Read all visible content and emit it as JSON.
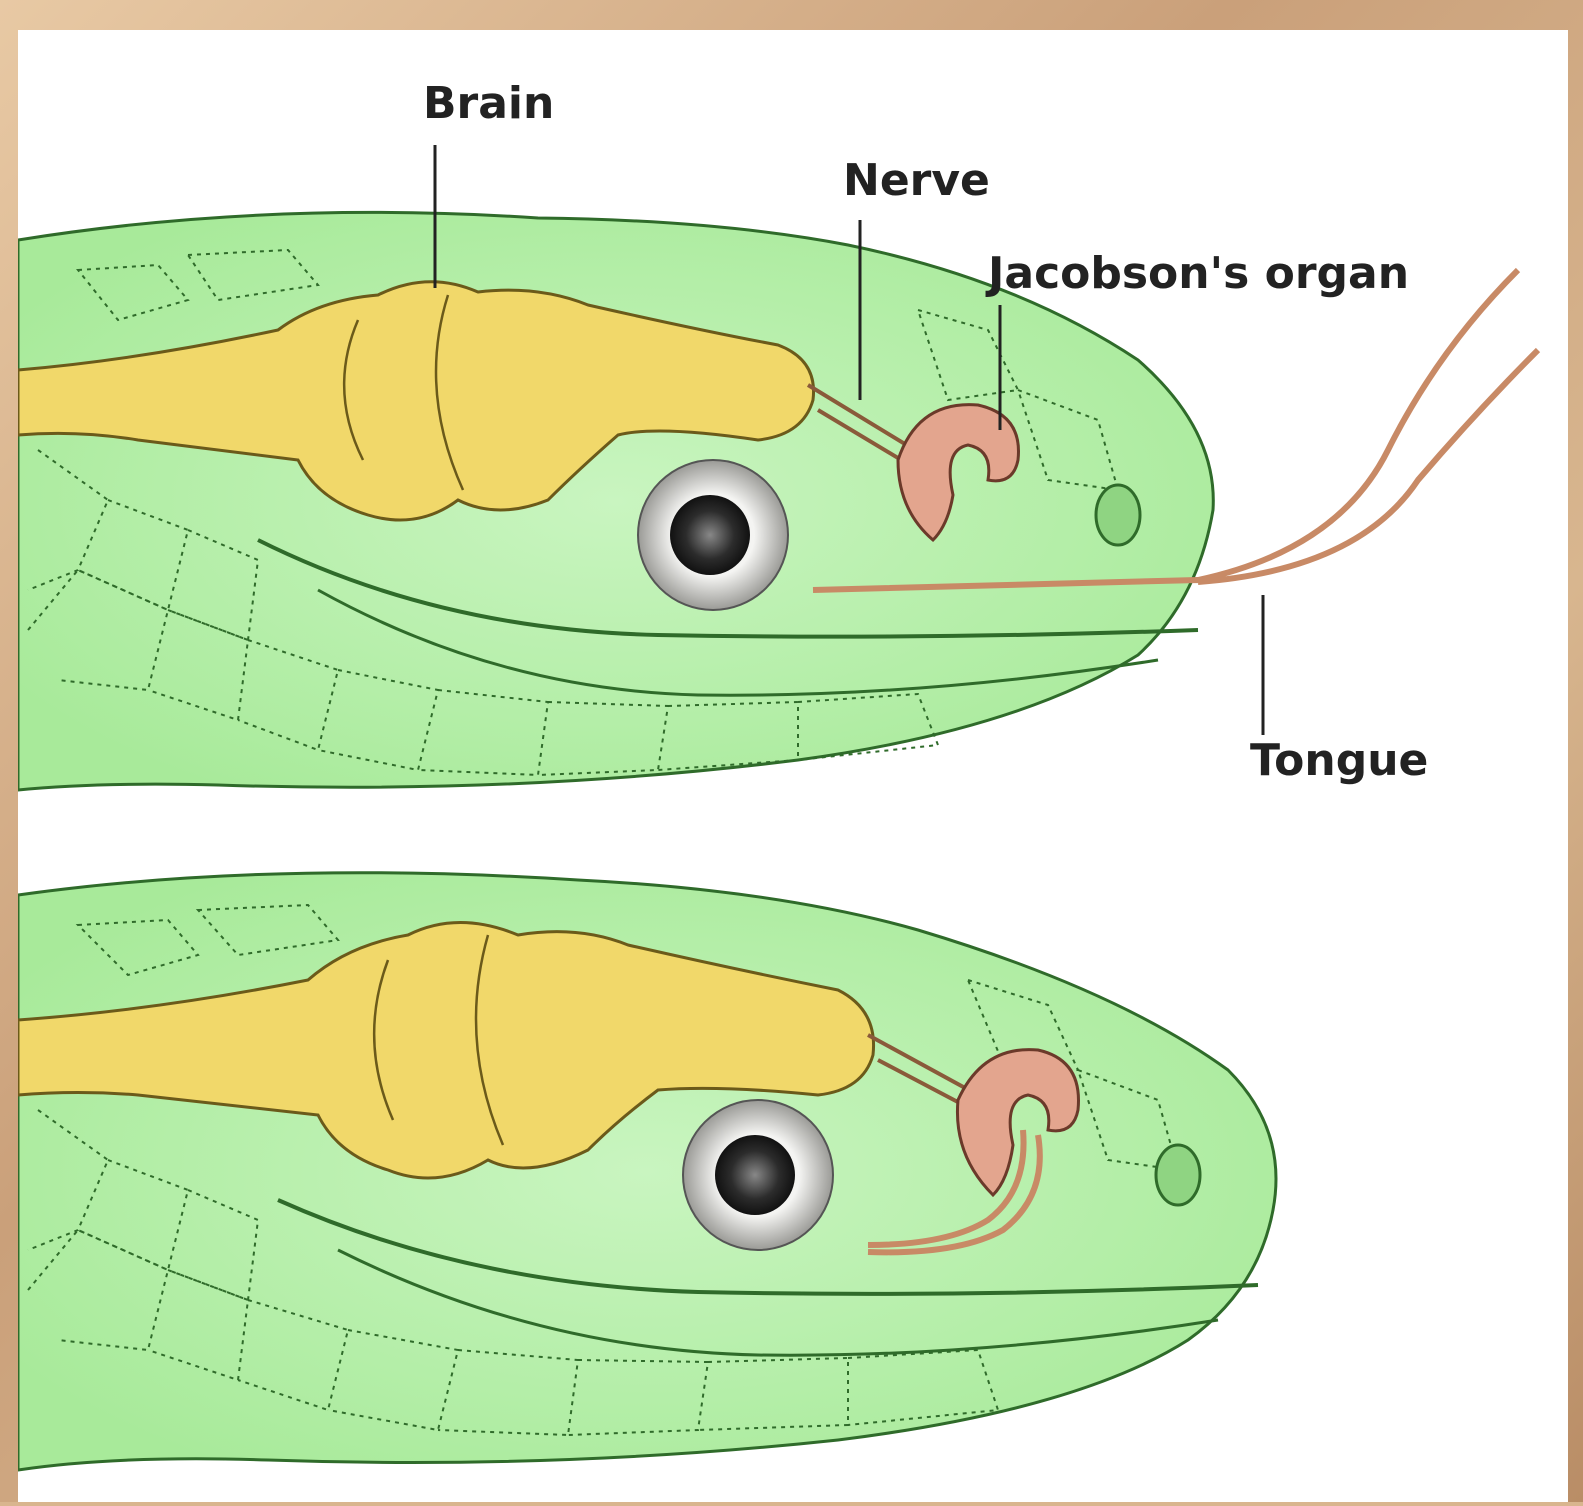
{
  "labels": {
    "brain": "Brain",
    "nerve": "Nerve",
    "jacobsons_organ": "Jacobson's organ",
    "tongue": "Tongue"
  },
  "colors": {
    "background": "#d9b58e",
    "panel": "#ffffff",
    "skin": "#a8ea9a",
    "skin_light": "#c9f5c0",
    "scale_line": "#2f6b2a",
    "brain": "#f1d86a",
    "brain_outline": "#6b5a1a",
    "organ": "#e3a58e",
    "tongue": "#d9a786",
    "eye": "#e9e9e6",
    "pupil": "#2c2c2c",
    "label_text": "#222222"
  },
  "icons": {
    "top_head": "snake-head-tongue-extended",
    "bottom_head": "snake-head-tongue-retracted"
  }
}
